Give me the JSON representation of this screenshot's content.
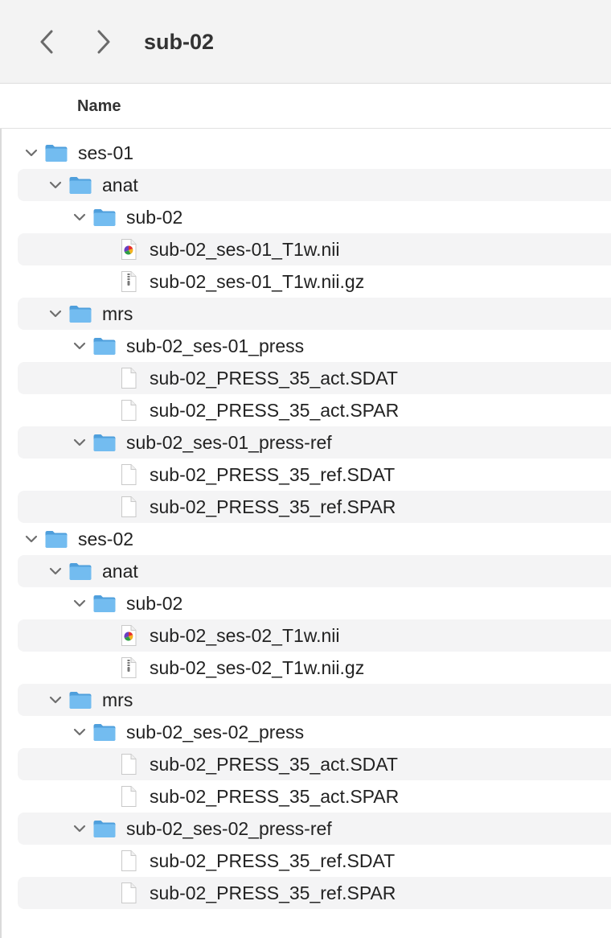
{
  "toolbar": {
    "title": "sub-02",
    "back_icon": "chevron-left-icon",
    "forward_icon": "chevron-right-icon"
  },
  "columns": {
    "name": "Name"
  },
  "tree": [
    {
      "label": "ses-01",
      "kind": "folder",
      "depth": 0,
      "expanded": true
    },
    {
      "label": "anat",
      "kind": "folder",
      "depth": 1,
      "expanded": true
    },
    {
      "label": "sub-02",
      "kind": "folder",
      "depth": 2,
      "expanded": true
    },
    {
      "label": "sub-02_ses-01_T1w.nii",
      "kind": "nifti",
      "depth": 3
    },
    {
      "label": "sub-02_ses-01_T1w.nii.gz",
      "kind": "archive",
      "depth": 3
    },
    {
      "label": "mrs",
      "kind": "folder",
      "depth": 1,
      "expanded": true
    },
    {
      "label": "sub-02_ses-01_press",
      "kind": "folder",
      "depth": 2,
      "expanded": true
    },
    {
      "label": "sub-02_PRESS_35_act.SDAT",
      "kind": "document",
      "depth": 3
    },
    {
      "label": "sub-02_PRESS_35_act.SPAR",
      "kind": "document",
      "depth": 3
    },
    {
      "label": "sub-02_ses-01_press-ref",
      "kind": "folder",
      "depth": 2,
      "expanded": true
    },
    {
      "label": "sub-02_PRESS_35_ref.SDAT",
      "kind": "document",
      "depth": 3
    },
    {
      "label": "sub-02_PRESS_35_ref.SPAR",
      "kind": "document",
      "depth": 3
    },
    {
      "label": "ses-02",
      "kind": "folder",
      "depth": 0,
      "expanded": true
    },
    {
      "label": "anat",
      "kind": "folder",
      "depth": 1,
      "expanded": true
    },
    {
      "label": "sub-02",
      "kind": "folder",
      "depth": 2,
      "expanded": true
    },
    {
      "label": "sub-02_ses-02_T1w.nii",
      "kind": "nifti",
      "depth": 3
    },
    {
      "label": "sub-02_ses-02_T1w.nii.gz",
      "kind": "archive",
      "depth": 3
    },
    {
      "label": "mrs",
      "kind": "folder",
      "depth": 1,
      "expanded": true
    },
    {
      "label": "sub-02_ses-02_press",
      "kind": "folder",
      "depth": 2,
      "expanded": true
    },
    {
      "label": "sub-02_PRESS_35_act.SDAT",
      "kind": "document",
      "depth": 3
    },
    {
      "label": "sub-02_PRESS_35_act.SPAR",
      "kind": "document",
      "depth": 3
    },
    {
      "label": "sub-02_ses-02_press-ref",
      "kind": "folder",
      "depth": 2,
      "expanded": true
    },
    {
      "label": "sub-02_PRESS_35_ref.SDAT",
      "kind": "document",
      "depth": 3
    },
    {
      "label": "sub-02_PRESS_35_ref.SPAR",
      "kind": "document",
      "depth": 3
    }
  ],
  "colors": {
    "folder_back": "#4f9fdc",
    "folder_front": "#73bcf0",
    "chevron": "#6e6e6e",
    "stripe": "#f4f4f5"
  }
}
